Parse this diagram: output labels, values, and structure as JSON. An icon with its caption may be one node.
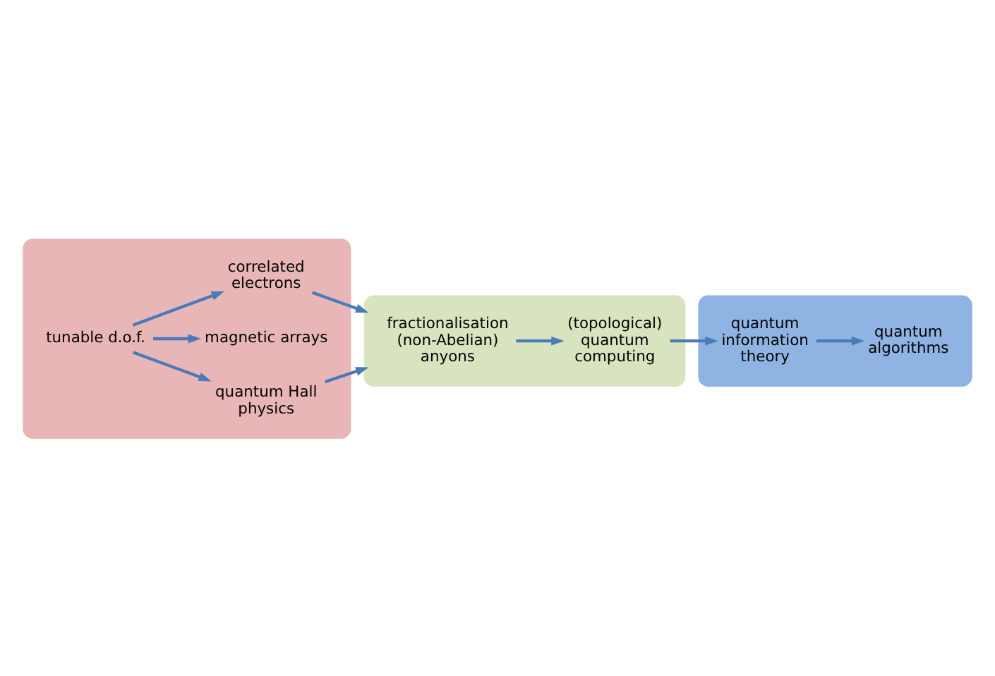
{
  "diagram": {
    "nodes": [
      {
        "text": [],
        "shape": "box"
      },
      {
        "text": [
          "tunable d.o.f."
        ],
        "in": 0
      },
      {
        "text": [
          "quantum Hall physics"
        ],
        "in": 0
      },
      {
        "text": [
          "magnetic arrays"
        ],
        "in": 0
      },
      {
        "text": [
          "correlated electrons"
        ],
        "in": 0
      },
      {
        "text": [],
        "shape": "box"
      },
      {
        "text": [
          "fractionalisation (non-Abelian) anyons"
        ],
        "in": 5
      },
      {
        "text": [
          "(topological) quantum computing"
        ],
        "in": 5
      },
      {
        "text": [],
        "shape": "box"
      },
      {
        "text": [
          "quantum algorithms"
        ],
        "in": 8
      },
      {
        "text": [
          "quantum information theory"
        ],
        "in": 8
      }
    ],
    "edges": [
      {
        "from": 1,
        "to": 2,
        "arrow": "to"
      },
      {
        "from": 1,
        "to": 3,
        "arrow": "to"
      },
      {
        "from": 1,
        "to": 4,
        "arrow": "to"
      },
      {
        "from": 2,
        "to": 5,
        "arrow": "to"
      },
      {
        "from": 4,
        "to": 5,
        "arrow": "to"
      },
      {
        "from": 6,
        "to": 7,
        "arrow": "to"
      },
      {
        "from": 7,
        "to": 10,
        "arrow": "to"
      },
      {
        "from": 10,
        "to": 9,
        "arrow": "to"
      }
    ]
  }
}
